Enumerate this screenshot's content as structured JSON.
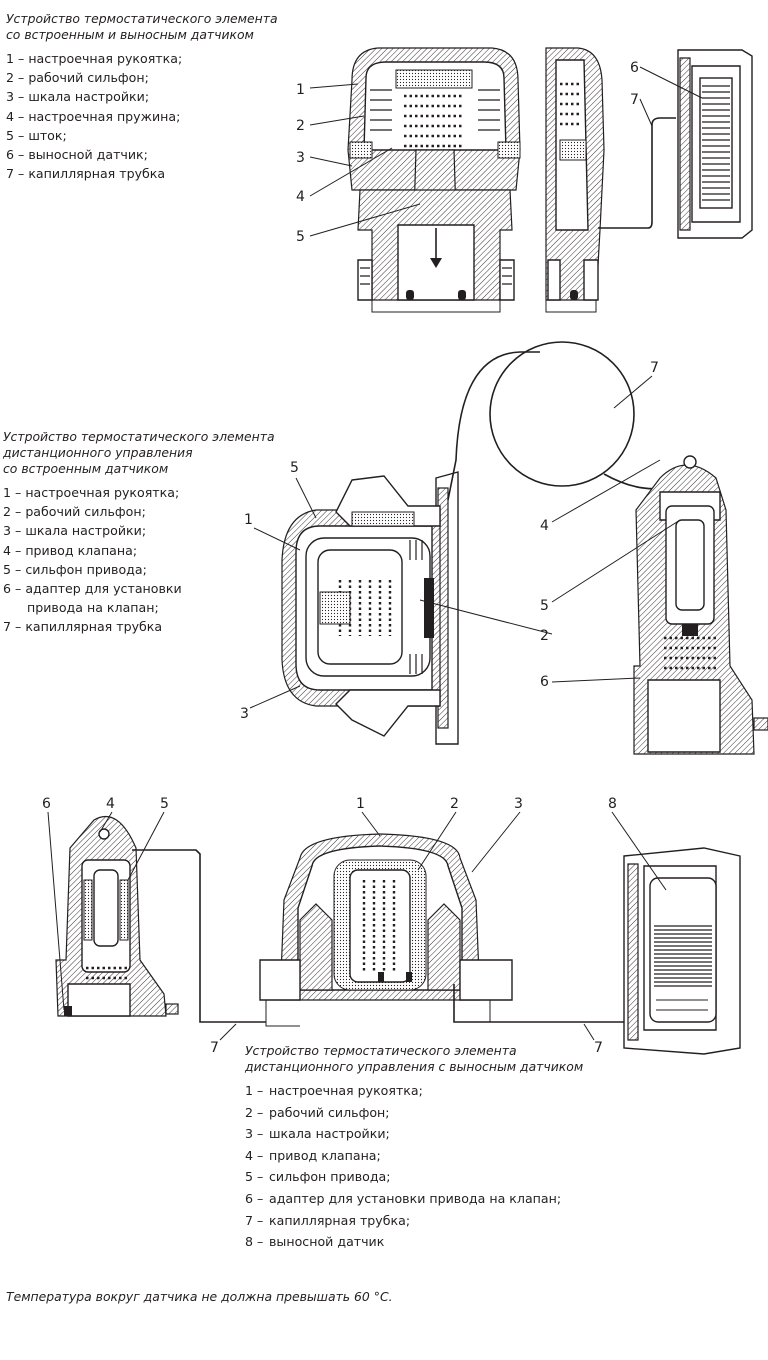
{
  "sections": [
    {
      "title_lines": [
        "Устройство термостатического элемента",
        "со встроенным и выносным датчиком"
      ],
      "items": [
        "1 – настроечная рукоятка;",
        "2 – рабочий сильфон;",
        "3 – шкала настройки;",
        "4 – настроечная пружина;",
        "5 – шток;",
        "6 – выносной датчик;",
        "7 – капиллярная трубка"
      ]
    },
    {
      "title_lines": [
        "Устройство термостатического элемента",
        "дистанционного управления",
        "со встроенным датчиком"
      ],
      "items": [
        {
          "first": "1 – настроечная рукоятка;"
        },
        {
          "first": "2 – рабочий сильфон;"
        },
        {
          "first": "3 – шкала настройки;"
        },
        {
          "first": "4 – привод клапана;"
        },
        {
          "first": "5 – сильфон привода;"
        },
        {
          "first": "6 – адаптер для установки",
          "cont": "привода на клапан;"
        },
        {
          "first": "7 – капиллярная трубка"
        }
      ]
    },
    {
      "title_lines": [
        "Устройство термостатического элемента",
        "дистанционного управления с выносным датчиком"
      ],
      "items": [
        {
          "num": "1 –",
          "text": "настроечная рукоятка;"
        },
        {
          "num": "2 –",
          "text": "рабочий сильфон;"
        },
        {
          "num": "3 –",
          "text": "шкала настройки;"
        },
        {
          "num": "4 –",
          "text": "привод клапана;"
        },
        {
          "num": "5 –",
          "text": "сильфон привода;"
        },
        {
          "num": "6 –",
          "text": "адаптер для установки  привода на клапан;"
        },
        {
          "num": "7 –",
          "text": "капиллярная трубка;"
        },
        {
          "num": "8 –",
          "text": "выносной датчик"
        }
      ]
    }
  ],
  "callouts": {
    "fig1": [
      "1",
      "2",
      "3",
      "4",
      "5",
      "6",
      "7"
    ],
    "fig2": [
      "5",
      "1",
      "3",
      "7",
      "4",
      "2",
      "5",
      "6"
    ],
    "fig3": [
      "6",
      "4",
      "5",
      "1",
      "2",
      "3",
      "8",
      "7",
      "7"
    ]
  },
  "note": "Температура вокруг датчика не должна превышать 60 °С."
}
